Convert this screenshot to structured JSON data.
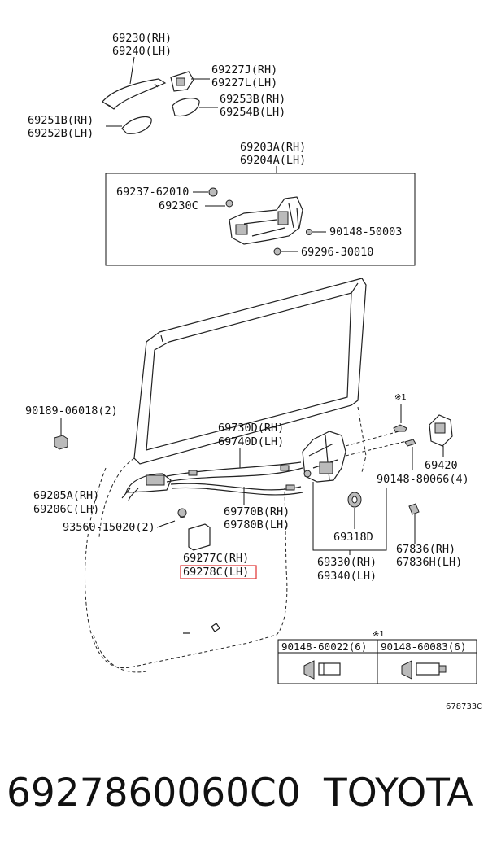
{
  "labels": {
    "l69230": "69230(RH)",
    "l69240": "69240(LH)",
    "l69227J": "69227J(RH)",
    "l69227L": "69227L(LH)",
    "l69253B": "69253B(RH)",
    "l69254B": "69254B(LH)",
    "l69251B": "69251B(RH)",
    "l69252B": "69252B(LH)",
    "l69203A": "69203A(RH)",
    "l69204A": "69204A(LH)",
    "l69237": "69237-62010",
    "l69230C": "69230C",
    "l90148_50003": "90148-50003",
    "l69296": "69296-30010",
    "l90189": "90189-06018(2)",
    "l_star1": "※1",
    "l69730D": "69730D(RH)",
    "l69740D": "69740D(LH)",
    "l69420": "69420",
    "l90148_80066": "90148-80066(4)",
    "l69205A": "69205A(RH)",
    "l69206C": "69206C(LH)",
    "l69770B": "69770B(RH)",
    "l69780B": "69780B(LH)",
    "l93560": "93560-15020(2)",
    "l69318D": "69318D",
    "l67836RH": "67836(RH)",
    "l67836LH": "67836H(LH)",
    "l69277C": "69277C(RH)",
    "l69278C": "69278C(LH)",
    "l69330": "69330(RH)",
    "l69340": "69340(LH)",
    "table_star": "※1",
    "table_col1": "90148-60022(6)",
    "table_col2": "90148-60083(6)",
    "diagram_id": "678733C"
  },
  "footer": {
    "part_number": "6927860060C0",
    "brand": "TOYOTA"
  },
  "colors": {
    "highlight": "#e03030",
    "ink": "#111111",
    "fill_gray": "#bbbbbb"
  }
}
